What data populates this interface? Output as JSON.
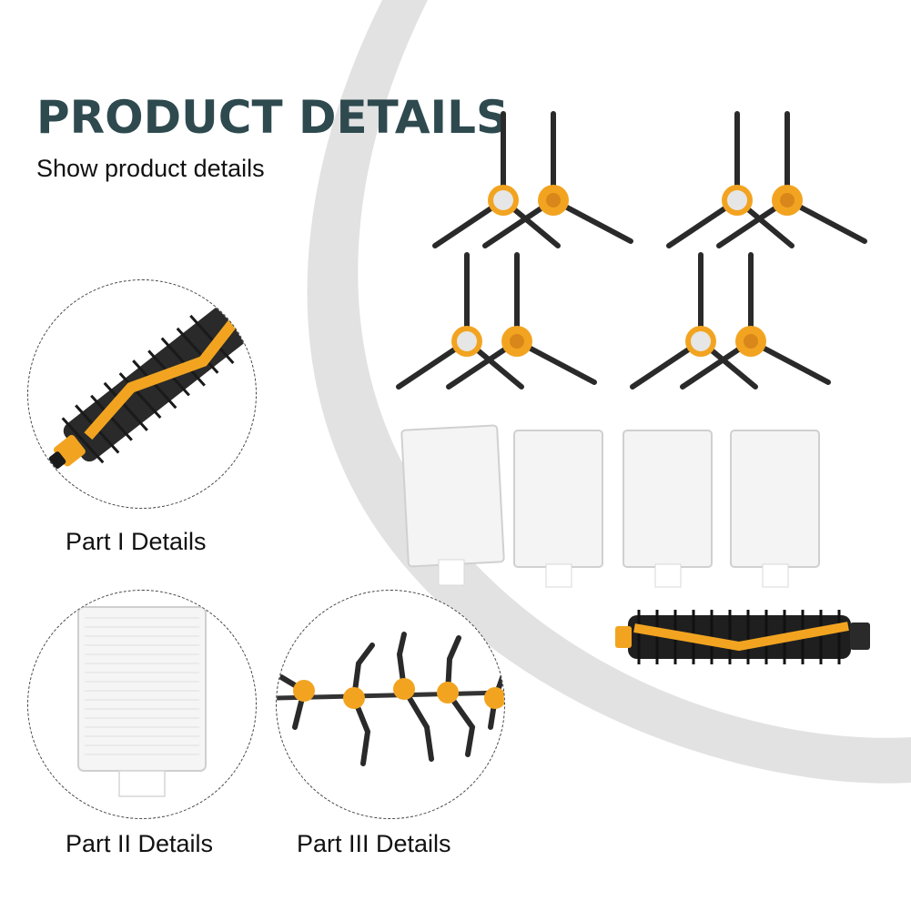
{
  "header": {
    "title": "PRODUCT DETAILS",
    "subtitle": "Show product details"
  },
  "details": [
    {
      "label": "Part I Details",
      "icon": "main-roller-brush"
    },
    {
      "label": "Part II Details",
      "icon": "hepa-filter"
    },
    {
      "label": "Part III Details",
      "icon": "side-brush-row"
    }
  ],
  "colors": {
    "title": "#2e4a4f",
    "accent_orange": "#f2a421",
    "bristle": "#2a2a2a",
    "arc": "#e2e2e2"
  },
  "products": {
    "side_brushes": 8,
    "filters": 4,
    "main_brushes": 1
  }
}
